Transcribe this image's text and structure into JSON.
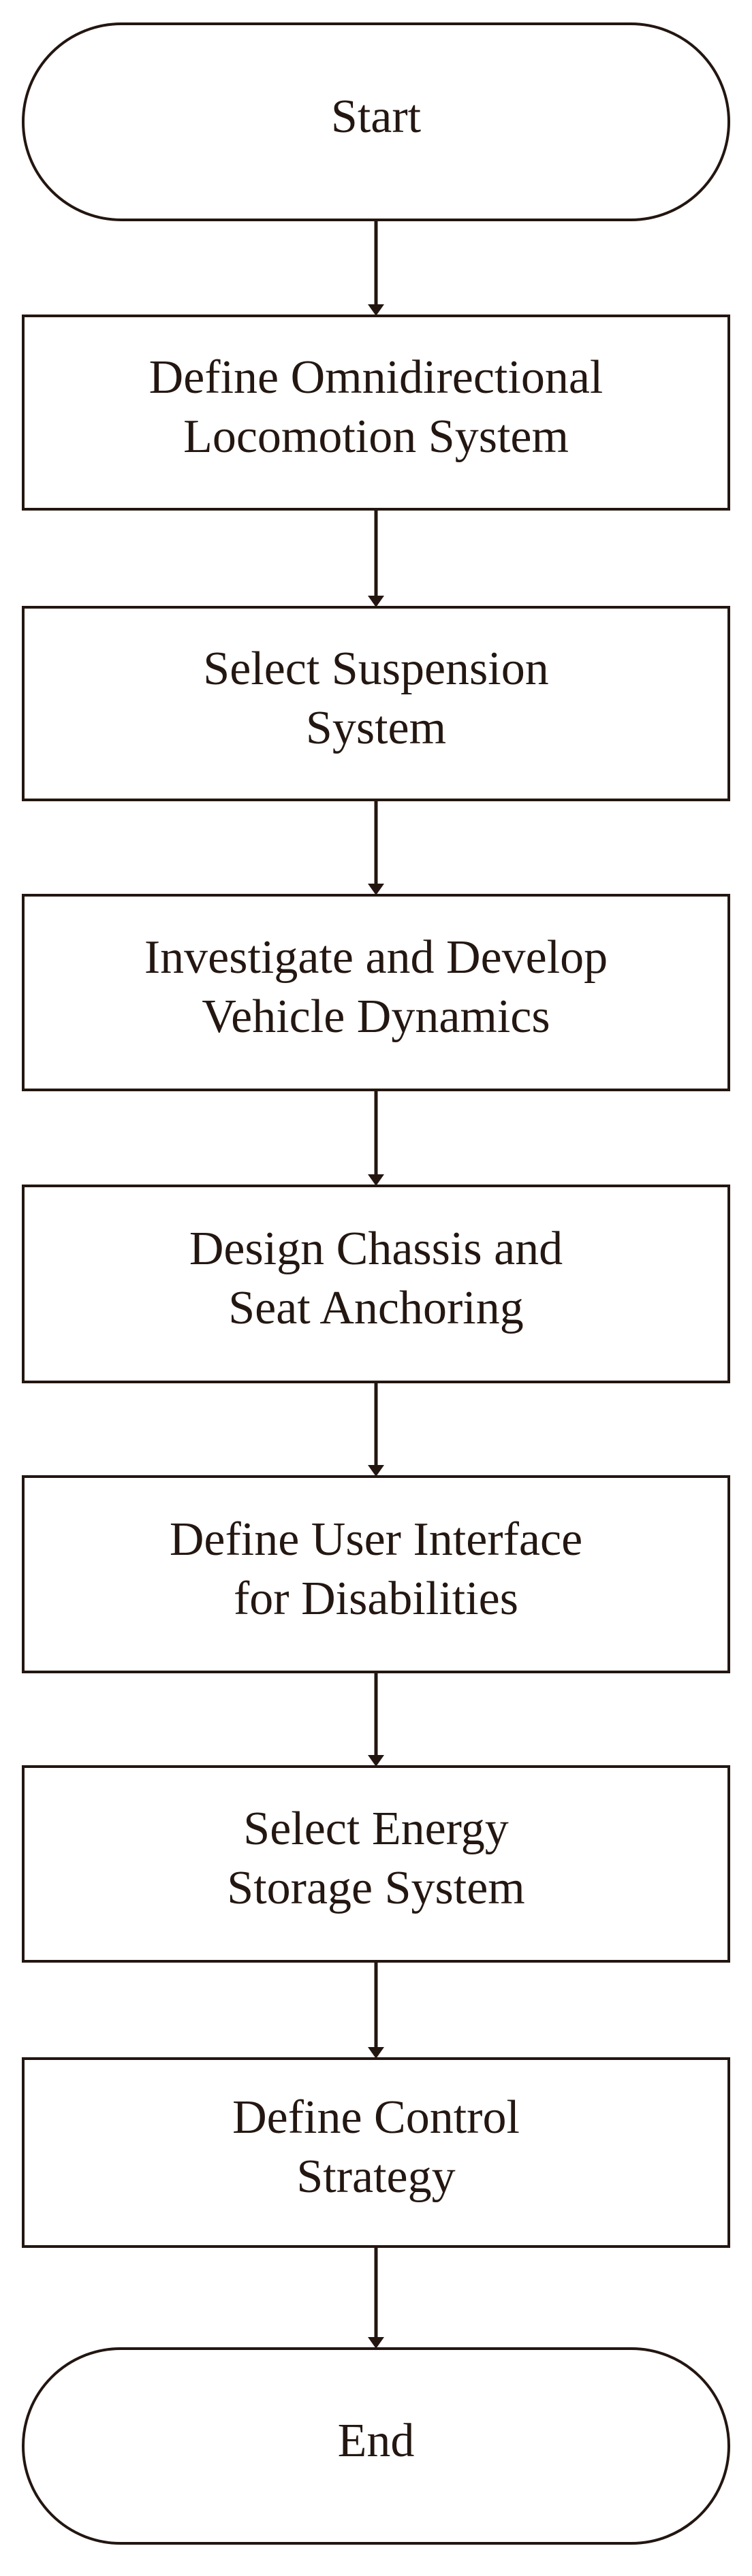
{
  "flowchart": {
    "background_color": "#ffffff",
    "stroke_color": "#231610",
    "text_color": "#241711",
    "nodes": [
      {
        "id": "start",
        "type": "terminator",
        "label": "Start",
        "lines": [
          "Start"
        ]
      },
      {
        "id": "define-locomotion",
        "type": "process",
        "label": "Define Omnidirectional Locomotion System",
        "lines": [
          "Define Omnidirectional",
          "Locomotion System"
        ]
      },
      {
        "id": "select-suspension",
        "type": "process",
        "label": "Select Suspension System",
        "lines": [
          "Select Suspension",
          "System"
        ]
      },
      {
        "id": "vehicle-dynamics",
        "type": "process",
        "label": "Investigate and Develop Vehicle Dynamics",
        "lines": [
          "Investigate and Develop",
          "Vehicle Dynamics"
        ]
      },
      {
        "id": "chassis-seat-anchoring",
        "type": "process",
        "label": "Design Chassis and Seat Anchoring",
        "lines": [
          "Design Chassis and",
          "Seat Anchoring"
        ]
      },
      {
        "id": "user-interface",
        "type": "process",
        "label": "Define User Interface for Disabilities",
        "lines": [
          "Define User Interface",
          "for Disabilities"
        ]
      },
      {
        "id": "energy-storage",
        "type": "process",
        "label": "Select Energy Storage System",
        "lines": [
          "Select Energy",
          "Storage System"
        ]
      },
      {
        "id": "control-strategy",
        "type": "process",
        "label": "Define Control Strategy",
        "lines": [
          "Define Control",
          "Strategy"
        ]
      },
      {
        "id": "end",
        "type": "terminator",
        "label": "End",
        "lines": [
          "End"
        ]
      }
    ],
    "edges": [
      {
        "from": "start",
        "to": "define-locomotion"
      },
      {
        "from": "define-locomotion",
        "to": "select-suspension"
      },
      {
        "from": "select-suspension",
        "to": "vehicle-dynamics"
      },
      {
        "from": "vehicle-dynamics",
        "to": "chassis-seat-anchoring"
      },
      {
        "from": "chassis-seat-anchoring",
        "to": "user-interface"
      },
      {
        "from": "user-interface",
        "to": "energy-storage"
      },
      {
        "from": "energy-storage",
        "to": "control-strategy"
      },
      {
        "from": "control-strategy",
        "to": "end"
      }
    ]
  }
}
